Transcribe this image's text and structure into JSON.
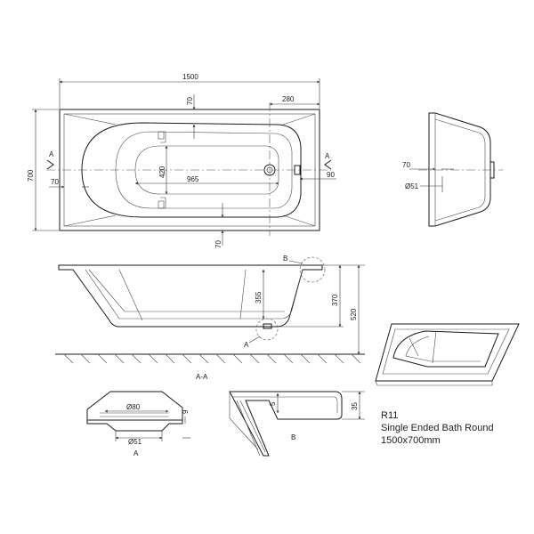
{
  "dimensions": {
    "length": "1500",
    "width": "700",
    "d280": "280",
    "d70_top": "70",
    "d70_left": "70",
    "d70_bottom": "70",
    "d420": "420",
    "d965": "965",
    "d90": "90",
    "d355": "355",
    "d370": "370",
    "d520": "520",
    "end_70": "70",
    "end_51": "Ø51",
    "det_80": "Ø80",
    "det_9": "9",
    "det_51": "Ø51",
    "b_5": "5",
    "b_35": "35"
  },
  "labels": {
    "section_a_left": "A",
    "section_a_right": "A",
    "detail_b_marker": "B",
    "detail_a_marker": "A",
    "section_caption": "A-A",
    "detail_a_caption": "A",
    "detail_b_caption": "B"
  },
  "title": {
    "code": "R11",
    "name": "Single Ended Bath Round",
    "size": "1500x700mm"
  }
}
